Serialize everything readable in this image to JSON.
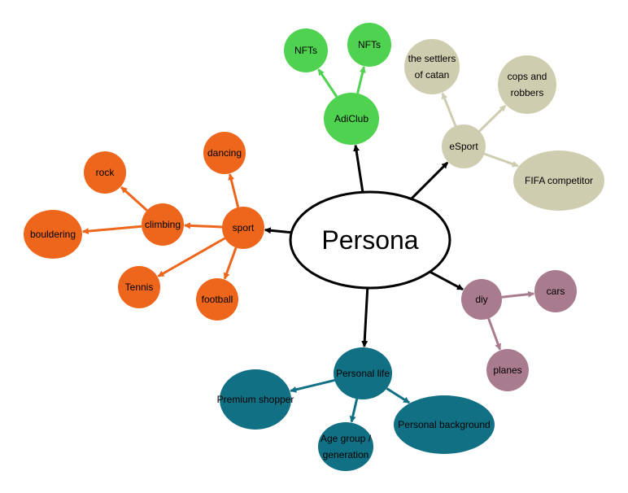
{
  "diagram": {
    "type": "mind-map",
    "colors": {
      "center_fill": "#ffffff",
      "center_stroke": "#000000",
      "sport": "#ee661b",
      "adiclub": "#4fd24f",
      "esport": "#cfcdb0",
      "diy": "#a97b8e",
      "personal": "#117084",
      "edge_main": "#000000"
    },
    "nodes": {
      "persona": "Persona",
      "adiclub": "AdiClub",
      "nfts1": "NFTs",
      "nfts2": "NFTs",
      "esport": "eSport",
      "settlers": [
        "the settlers",
        "of catan"
      ],
      "cops": [
        "cops and",
        "robbers"
      ],
      "fifa": "FIFA competitor",
      "diy": "diy",
      "cars": "cars",
      "planes": "planes",
      "personal_life": "Personal life",
      "premium": "Premium shopper",
      "age": [
        "Age group /",
        "generation"
      ],
      "background": "Personal background",
      "sport": "sport",
      "dancing": "dancing",
      "climbing": "climbing",
      "rock": "rock",
      "bouldering": "bouldering",
      "tennis": "Tennis",
      "football": "football"
    },
    "edges": [
      [
        "persona",
        "adiclub"
      ],
      [
        "adiclub",
        "nfts1"
      ],
      [
        "adiclub",
        "nfts2"
      ],
      [
        "persona",
        "esport"
      ],
      [
        "esport",
        "settlers"
      ],
      [
        "esport",
        "cops"
      ],
      [
        "esport",
        "fifa"
      ],
      [
        "persona",
        "diy"
      ],
      [
        "diy",
        "cars"
      ],
      [
        "diy",
        "planes"
      ],
      [
        "persona",
        "personal_life"
      ],
      [
        "personal_life",
        "premium"
      ],
      [
        "personal_life",
        "age"
      ],
      [
        "personal_life",
        "background"
      ],
      [
        "persona",
        "sport"
      ],
      [
        "sport",
        "dancing"
      ],
      [
        "sport",
        "climbing"
      ],
      [
        "climbing",
        "rock"
      ],
      [
        "climbing",
        "bouldering"
      ],
      [
        "sport",
        "tennis"
      ],
      [
        "sport",
        "football"
      ]
    ]
  }
}
